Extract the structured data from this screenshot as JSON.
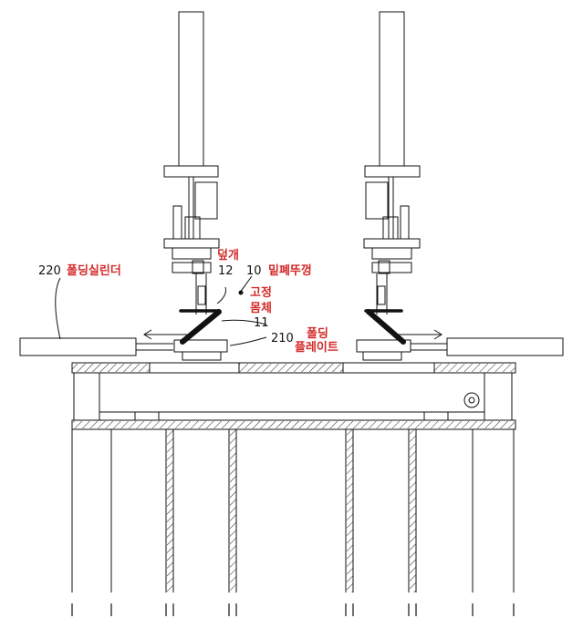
{
  "colors": {
    "line": "#111111",
    "accent_text": "#d42a2a"
  },
  "labels": {
    "cover_kr": "덮개",
    "cover_num": "12",
    "bottom_lid_num": "10",
    "bottom_lid_kr": "밑폐뚜껑",
    "fixed_kr_1": "고정",
    "fixed_kr_2": "몸체",
    "body_num": "11",
    "cyl_num": "220",
    "cyl_kr": "폴딩실린더",
    "plate_num": "210",
    "plate_kr_1": "폴딩",
    "plate_kr_2": "플레이트"
  }
}
